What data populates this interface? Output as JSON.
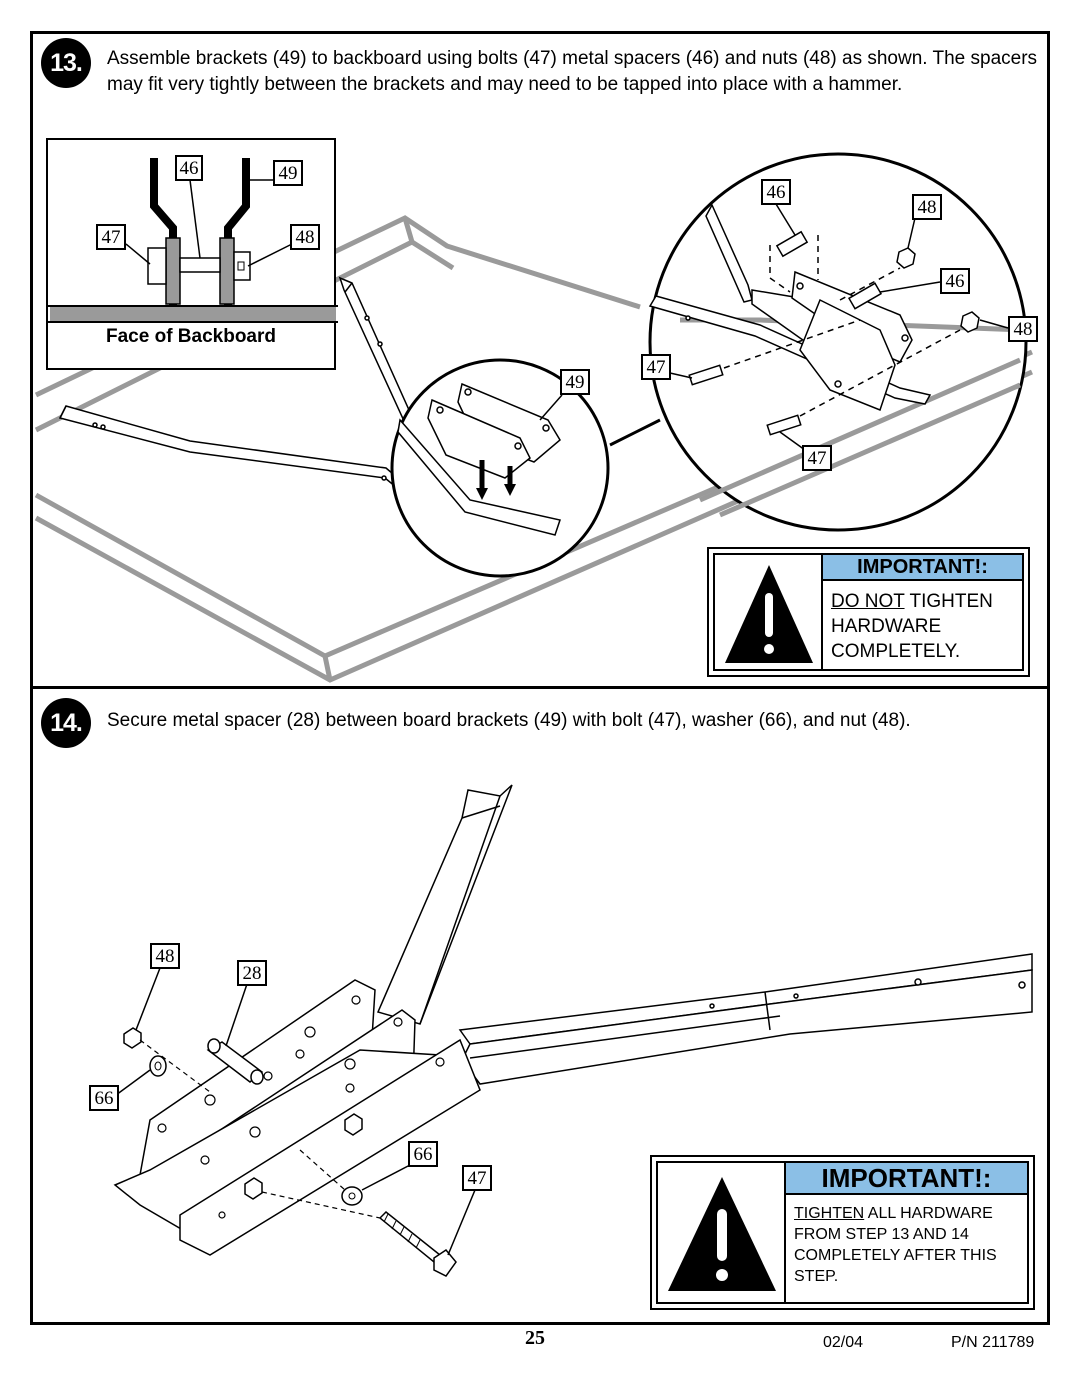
{
  "step13": {
    "number": "13.",
    "instruction": "Assemble brackets (49) to backboard using bolts (47) metal spacers (46) and nuts (48) as shown. The spacers may fit very tightly between the brackets and may need to be tapped into place with a hammer.",
    "inset_caption": "Face of Backboard",
    "inset_labels": {
      "spacer": "46",
      "bracket": "49",
      "bolt": "47",
      "nut": "48"
    },
    "zoom_labels": {
      "bracket": "49"
    },
    "detail_labels": {
      "spacer_top": "46",
      "nut_top": "48",
      "spacer_right": "46",
      "nut_right": "48",
      "bolt_left": "47",
      "bolt_bottom": "47"
    },
    "important": {
      "heading": "IMPORTANT!:",
      "line1_underlined": "DO NOT",
      "line1_rest": " TIGHTEN",
      "line2": "HARDWARE",
      "line3": "COMPLETELY."
    }
  },
  "step14": {
    "number": "14.",
    "instruction": "Secure metal spacer (28) between board brackets (49) with bolt (47), washer (66), and nut (48).",
    "labels": {
      "nut": "48",
      "spacer": "28",
      "washer_left": "66",
      "washer_right": "66",
      "bolt": "47"
    },
    "important": {
      "heading": "IMPORTANT!:",
      "line1_underlined": "TIGHTEN",
      "line1_rest": " ALL HARDWARE",
      "line2": "FROM STEP 13 AND 14",
      "line3": "COMPLETELY AFTER THIS",
      "line4": "STEP."
    }
  },
  "footer": {
    "page": "25",
    "date": "02/04",
    "part_number": "P/N 211789"
  },
  "colors": {
    "callout_blue": "#8bbfe6",
    "inset_gray": "#9a9a9a",
    "frame_gray": "#9a9a9a"
  }
}
